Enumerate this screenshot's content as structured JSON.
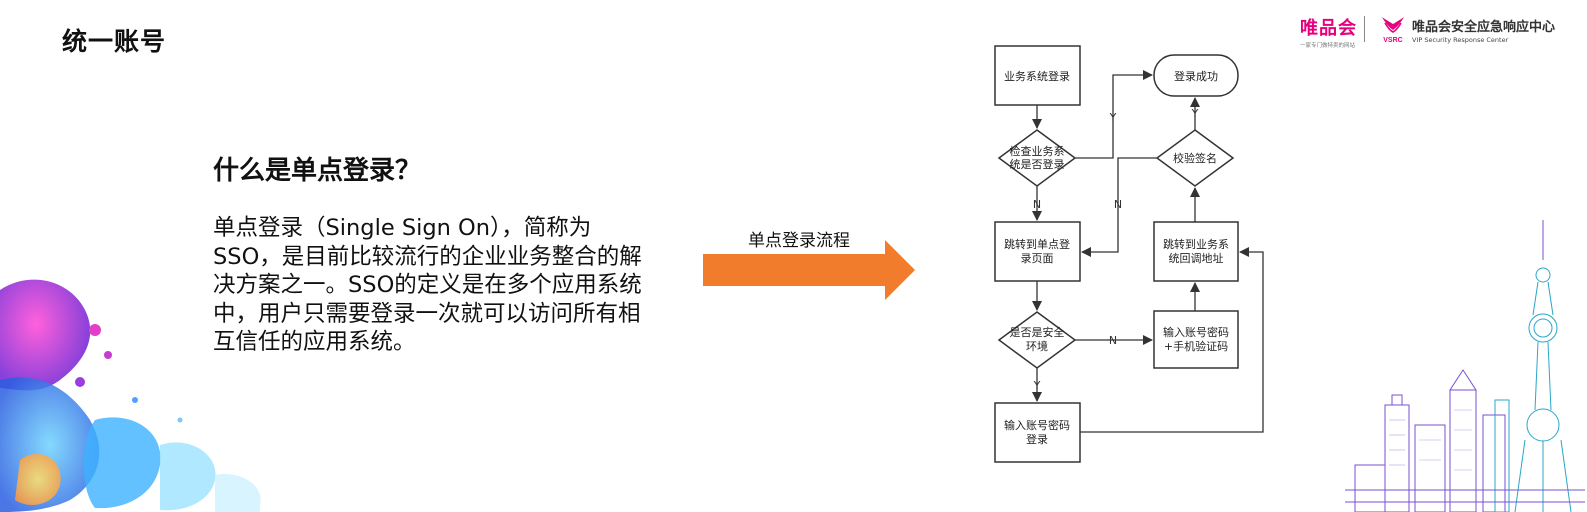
{
  "slide": {
    "title": "统一账号",
    "heading": "什么是单点登录？",
    "body": "单点登录（Single Sign On），简称为SSO，是目前比较流行的企业业务整合的解决方案之一。SSO的定义是在多个应用系统中，用户只需要登录一次就可以访问所有相互信任的应用系统。",
    "arrow_label": "单点登录流程"
  },
  "branding": {
    "vip_name": "唯品会",
    "vip_tagline": "一家专门做特卖的网站",
    "vsrc_logo_text": "VSRC",
    "vsrc_name": "唯品会安全应急响应中心",
    "vsrc_subtitle": "VIP Security Response Center"
  },
  "flowchart": {
    "nodes": {
      "biz_login": [
        "业务系统登录"
      ],
      "login_success": [
        "登录成功"
      ],
      "check_login": [
        "检查业务系",
        "统是否登录"
      ],
      "verify_sig": [
        "校验签名"
      ],
      "jump_sso": [
        "跳转到单点登",
        "录页面"
      ],
      "jump_callback": [
        "跳转到业务系",
        "统回调地址"
      ],
      "safe_env": [
        "是否是安全",
        "环境"
      ],
      "input_otp": [
        "输入账号密码",
        "+手机验证码"
      ],
      "input_pwd": [
        "输入账号密码",
        "登录"
      ]
    },
    "edge_labels": {
      "check_yes": "Y",
      "check_no": "N",
      "verify_yes": "Y",
      "verify_no": "N",
      "env_no": "N",
      "env_yes": "Y"
    }
  },
  "colors": {
    "arrow": "#f07c2c",
    "vip_brand": "#e6007e",
    "flow_stroke": "#333333"
  }
}
